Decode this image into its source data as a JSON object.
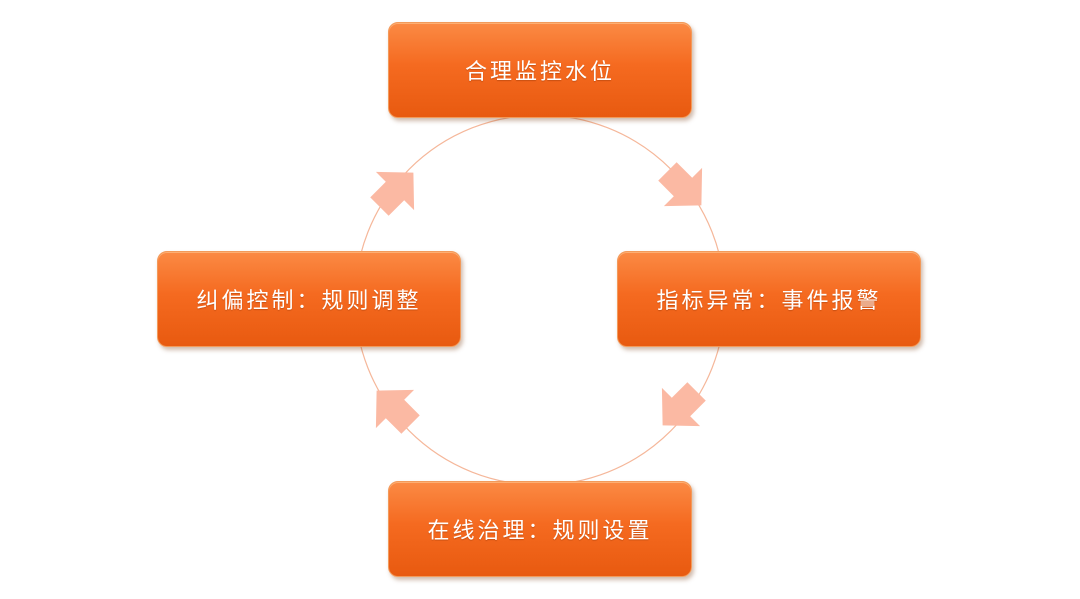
{
  "diagram": {
    "nodes": {
      "top": "合理监控水位",
      "right": "指标异常：事件报警",
      "bottom": "在线治理：规则设置",
      "left": "纠偏控制：规则调整"
    },
    "colors": {
      "node_fill": "#f56a20",
      "ring": "#f5b79a",
      "arrow": "#fbb9a3"
    }
  }
}
